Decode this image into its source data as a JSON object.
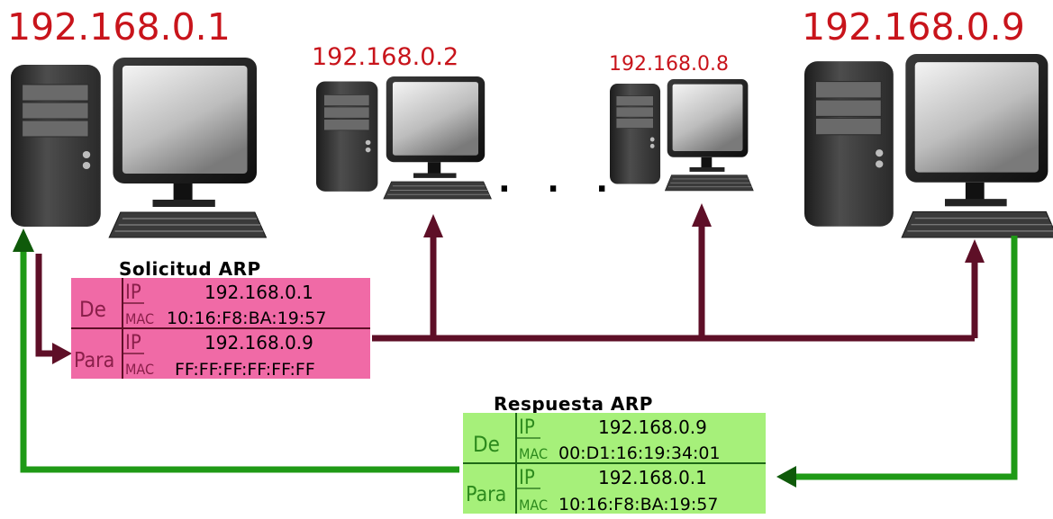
{
  "hosts": [
    {
      "ip": "192.168.0.1"
    },
    {
      "ip": "192.168.0.2"
    },
    {
      "ip": "192.168.0.8"
    },
    {
      "ip": "192.168.0.9"
    }
  ],
  "ellipsis": ". . .",
  "request": {
    "title": "Solicitud ARP",
    "from_label": "De",
    "to_label": "Para",
    "ip_label": "IP",
    "mac_label": "MAC",
    "from_ip": "192.168.0.1",
    "from_mac": "10:16:F8:BA:19:57",
    "to_ip": "192.168.0.9",
    "to_mac": "FF:FF:FF:FF:FF:FF",
    "color": "#f06aa6",
    "label_color": "#8a1f4a"
  },
  "reply": {
    "title": "Respuesta ARP",
    "from_label": "De",
    "to_label": "Para",
    "ip_label": "IP",
    "mac_label": "MAC",
    "from_ip": "192.168.0.9",
    "from_mac": "00:D1:16:19:34:01",
    "to_ip": "192.168.0.1",
    "to_mac": "10:16:F8:BA:19:57",
    "color": "#a6f07a",
    "label_color": "#2d8a1d"
  },
  "colors": {
    "ip_title": "#c8141b",
    "request_line": "#5e0f27",
    "reply_line": "#1f9a16"
  }
}
